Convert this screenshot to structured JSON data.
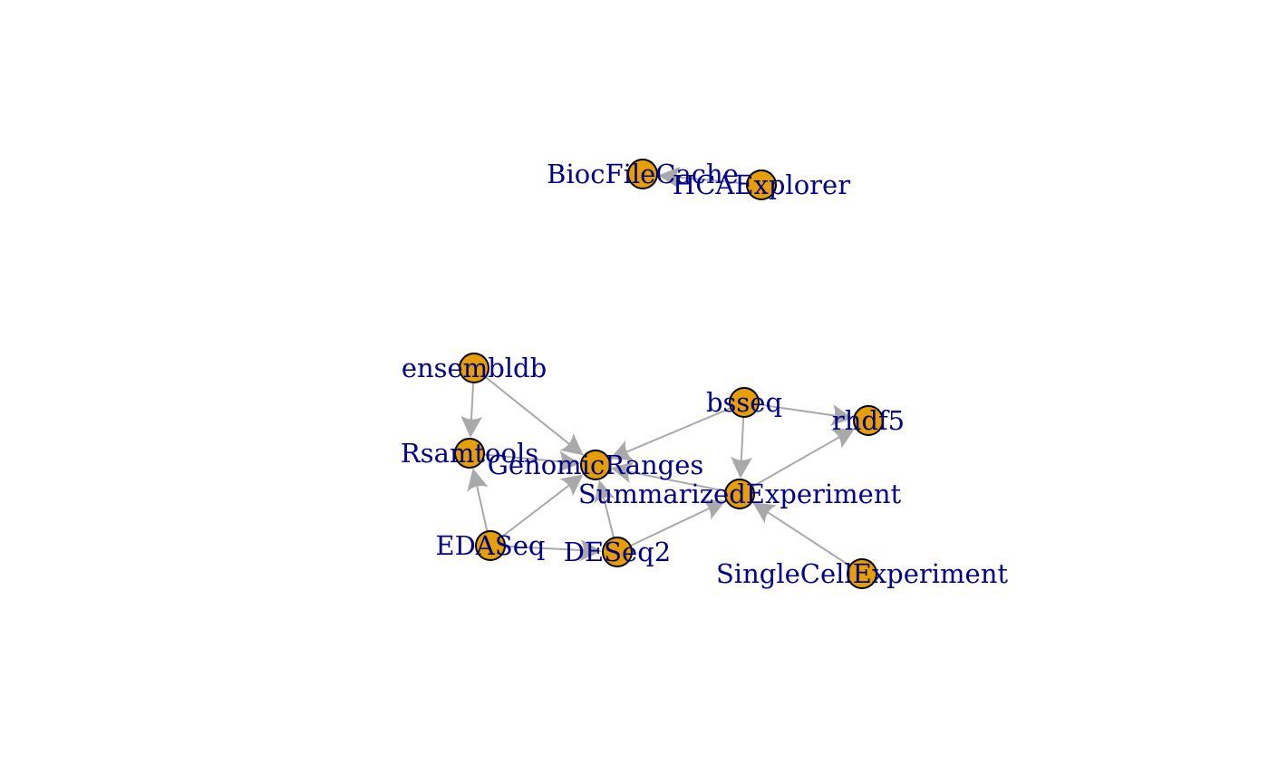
{
  "colors": {
    "node_fill": "#E69F00",
    "node_border": "#000000",
    "edge": "#A9A9A9",
    "label": "#00008B",
    "background": "#FFFFFF"
  },
  "nodes": [
    {
      "id": "BiocFileCache",
      "label": "BiocFileCache"
    },
    {
      "id": "HCAExplorer",
      "label": "HCAExplorer"
    },
    {
      "id": "ensembldb",
      "label": "ensembldb"
    },
    {
      "id": "Rsamtools",
      "label": "Rsamtools"
    },
    {
      "id": "GenomicRanges",
      "label": "GenomicRanges"
    },
    {
      "id": "bsseq",
      "label": "bsseq"
    },
    {
      "id": "rhdf5",
      "label": "rhdf5"
    },
    {
      "id": "SummarizedExperiment",
      "label": "SummarizedExperiment"
    },
    {
      "id": "EDASeq",
      "label": "EDASeq"
    },
    {
      "id": "DESeq2",
      "label": "DESeq2"
    },
    {
      "id": "SingleCellExperiment",
      "label": "SingleCellExperiment"
    }
  ],
  "edges": [
    {
      "from": "HCAExplorer",
      "to": "BiocFileCache"
    },
    {
      "from": "ensembldb",
      "to": "Rsamtools"
    },
    {
      "from": "ensembldb",
      "to": "GenomicRanges"
    },
    {
      "from": "Rsamtools",
      "to": "GenomicRanges"
    },
    {
      "from": "bsseq",
      "to": "GenomicRanges"
    },
    {
      "from": "bsseq",
      "to": "rhdf5"
    },
    {
      "from": "bsseq",
      "to": "SummarizedExperiment"
    },
    {
      "from": "SummarizedExperiment",
      "to": "GenomicRanges"
    },
    {
      "from": "SummarizedExperiment",
      "to": "rhdf5"
    },
    {
      "from": "EDASeq",
      "to": "Rsamtools"
    },
    {
      "from": "EDASeq",
      "to": "GenomicRanges"
    },
    {
      "from": "EDASeq",
      "to": "DESeq2"
    },
    {
      "from": "DESeq2",
      "to": "GenomicRanges"
    },
    {
      "from": "DESeq2",
      "to": "SummarizedExperiment"
    },
    {
      "from": "SingleCellExperiment",
      "to": "SummarizedExperiment"
    }
  ]
}
